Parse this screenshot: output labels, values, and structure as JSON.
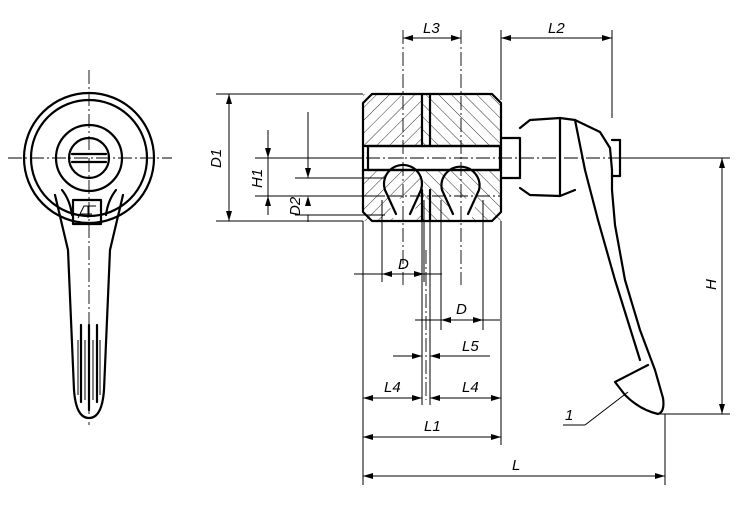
{
  "labels": {
    "L3": "L3",
    "L2": "L2",
    "D1": "D1",
    "H1": "H1",
    "D2": "D2",
    "D_upper": "D",
    "D_lower": "D",
    "L5": "L5",
    "L4_left": "L4",
    "L4_right": "L4",
    "L1": "L1",
    "L": "L",
    "H": "H",
    "part_1": "1"
  }
}
